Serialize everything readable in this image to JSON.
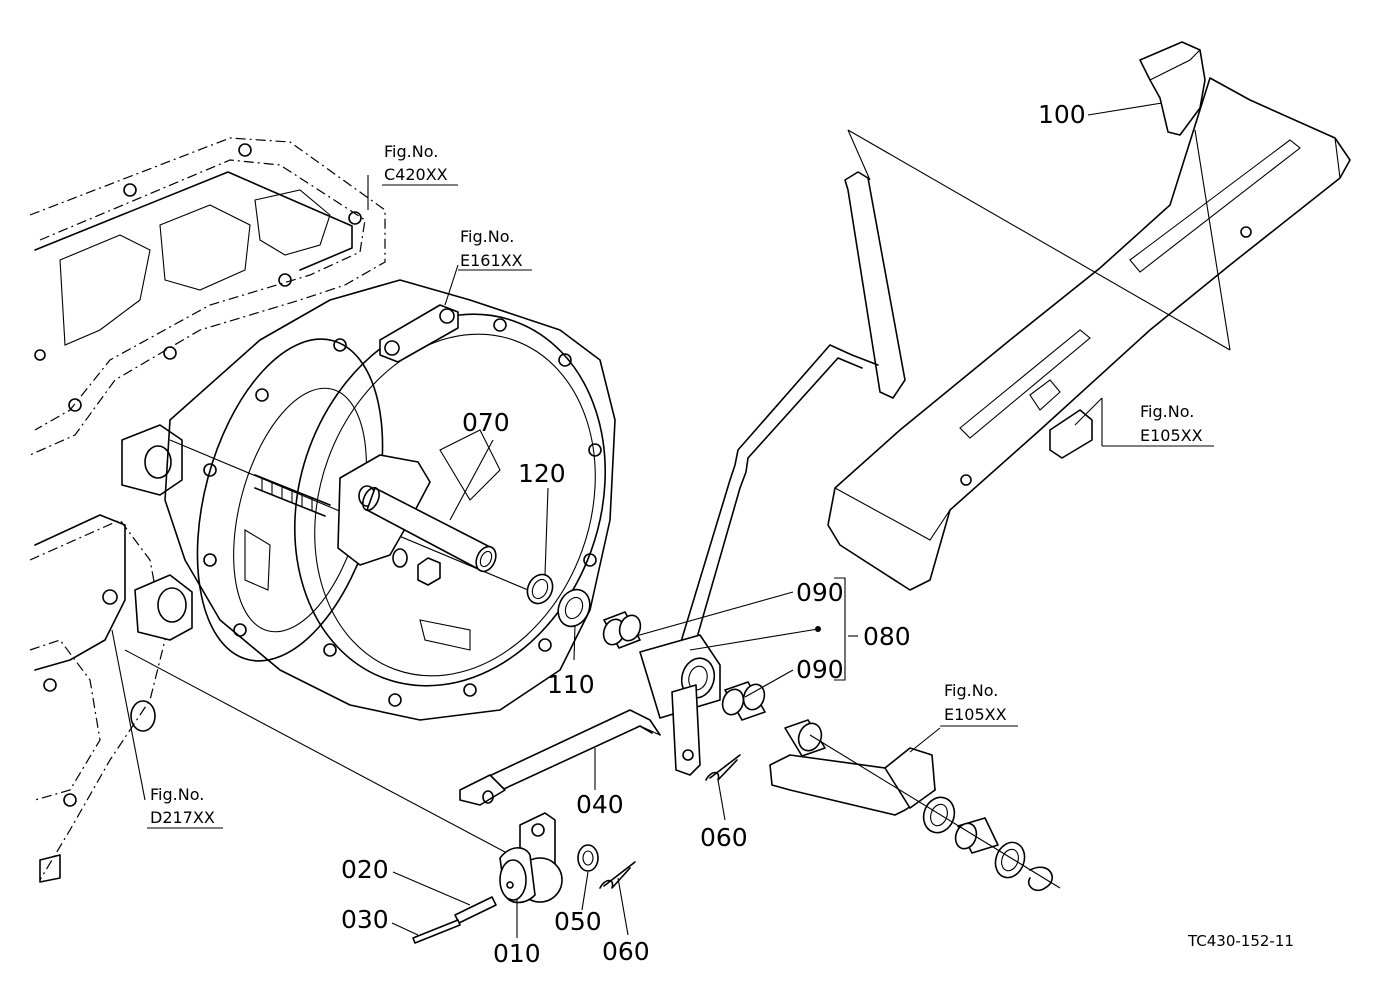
{
  "diagram_code": "TC430-152-11",
  "parts": [
    {
      "id": "p010",
      "label": "010"
    },
    {
      "id": "p020",
      "label": "020"
    },
    {
      "id": "p030",
      "label": "030"
    },
    {
      "id": "p040",
      "label": "040"
    },
    {
      "id": "p050",
      "label": "050"
    },
    {
      "id": "p060a",
      "label": "060"
    },
    {
      "id": "p060b",
      "label": "060"
    },
    {
      "id": "p070",
      "label": "070"
    },
    {
      "id": "p080",
      "label": "080"
    },
    {
      "id": "p090a",
      "label": "090"
    },
    {
      "id": "p090b",
      "label": "090"
    },
    {
      "id": "p100",
      "label": "100"
    },
    {
      "id": "p110",
      "label": "110"
    },
    {
      "id": "p120",
      "label": "120"
    }
  ],
  "fig_refs": [
    {
      "id": "c420",
      "line1": "Fig.No.",
      "line2": "C420XX"
    },
    {
      "id": "e161",
      "line1": "Fig.No.",
      "line2": "E161XX"
    },
    {
      "id": "e105a",
      "line1": "Fig.No.",
      "line2": "E105XX"
    },
    {
      "id": "e105b",
      "line1": "Fig.No.",
      "line2": "E105XX"
    },
    {
      "id": "d217",
      "line1": "Fig.No.",
      "line2": "D217XX"
    }
  ]
}
